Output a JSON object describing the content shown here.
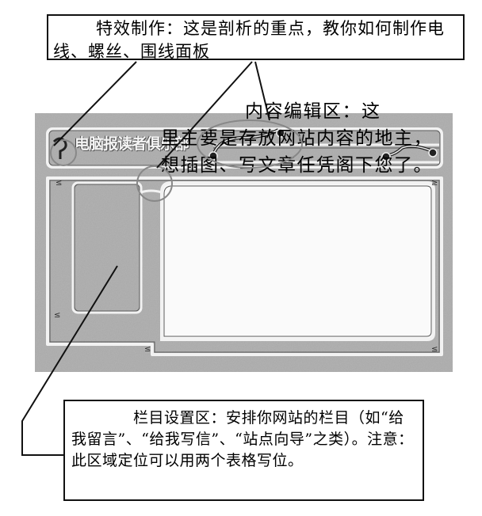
{
  "callouts": {
    "special_effects": "特效制作：这是剖析的重点，教你如何制作电线、螺丝、围线面板",
    "column_area": "栏目设置区：安排你网站的栏目（如“给我留言”、“给我写信”、“站点向导”之类）。注意：此区域定位可以用两个表格写位。"
  },
  "panel": {
    "site_title": "电脑报读者俱乐部",
    "content_area_line1": "内容编辑区：这",
    "content_area_rest": "里主要是存放网站内容的地主，想插图、写文章任凭阁下您了。"
  },
  "colors": {
    "panel_bg": "#a9a9a9",
    "frame_light": "#f2f2f2",
    "frame_dark": "#5a5a5a",
    "callout_ellipse": "#888888",
    "leader_line": "#111111"
  }
}
